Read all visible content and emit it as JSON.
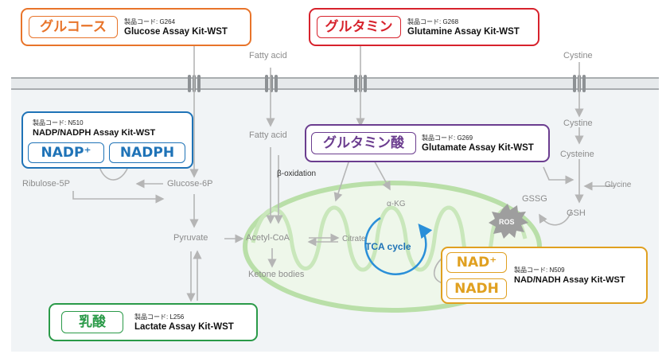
{
  "kits": {
    "glucose": {
      "name_jp": "グルコース",
      "code": "製品コード: G264",
      "kit": "Glucose Assay Kit-WST",
      "color": "#e8742a"
    },
    "glutamine": {
      "name_jp": "グルタミン",
      "code": "製品コード: G268",
      "kit": "Glutamine Assay Kit-WST",
      "color": "#d7222c"
    },
    "nadp": {
      "code": "製品コード: N510",
      "kit": "NADP/NADPH Assay Kit-WST",
      "chip1": "NADP⁺",
      "chip2": "NADPH",
      "color": "#1f73b7"
    },
    "glutamate": {
      "name_jp": "グルタミン酸",
      "code": "製品コード: G269",
      "kit": "Glutamate Assay Kit-WST",
      "color": "#6b3d8f"
    },
    "nad": {
      "code": "製品コード: N509",
      "kit": "NAD/NADH Assay Kit-WST",
      "chip1": "NAD⁺",
      "chip2": "NADH",
      "color": "#e0a020"
    },
    "lactate": {
      "name_jp": "乳酸",
      "code": "製品コード: L256",
      "kit": "Lactate Assay Kit-WST",
      "color": "#2a9a48"
    }
  },
  "labels": {
    "fatty_acid_out": "Fatty acid",
    "cystine_out": "Cystine",
    "fatty_acid_in": "Fatty acid",
    "cystine_in": "Cystine",
    "cysteine": "Cysteine",
    "glycine": "Glycine",
    "gssg": "GSSG",
    "gsh": "GSH",
    "ros": "ROS",
    "ribulose": "Ribulose-5P",
    "glucose6p": "Glucose-6P",
    "beta_ox": "β-oxidation",
    "akg": "α-KG",
    "pyruvate": "Pyruvate",
    "acetylcoa": "Acetyl-CoA",
    "citrate": "Citrate",
    "tca": "TCA cycle",
    "ketone": "Ketone bodies"
  }
}
